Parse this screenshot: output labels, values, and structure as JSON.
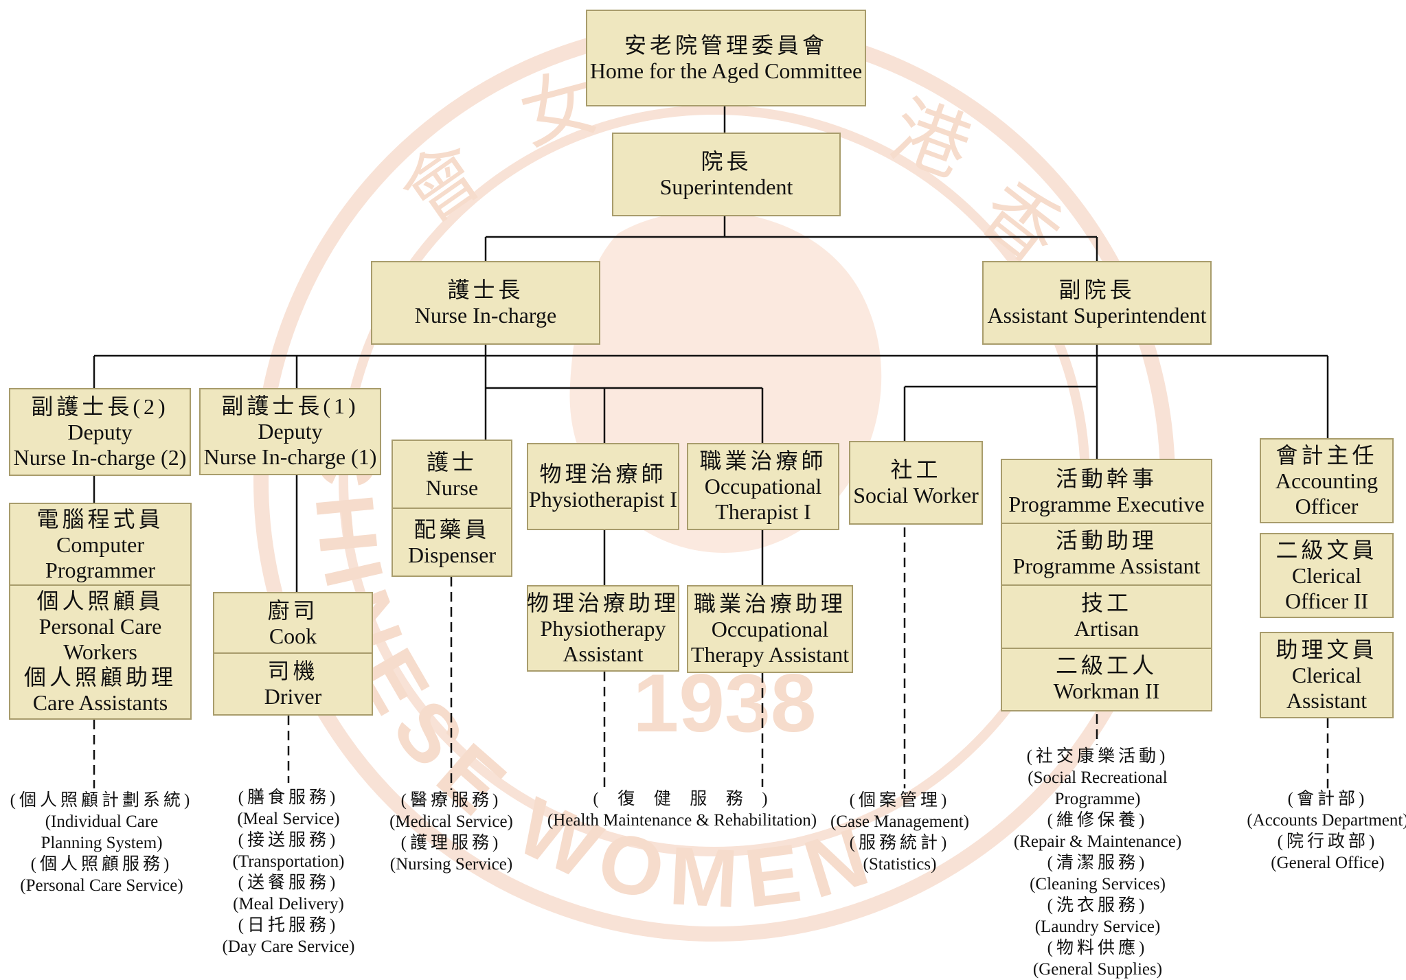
{
  "watermark": {
    "year": "1938",
    "ring_chars": [
      "會",
      "女",
      "港",
      "香"
    ],
    "ring_letters": "CHINESE WOMEN"
  },
  "boxes": {
    "committee": {
      "zh": "安老院管理委員會",
      "en": "Home for the Aged Committee"
    },
    "superintendent": {
      "zh": "院長",
      "en": "Superintendent"
    },
    "nurse_incharge": {
      "zh": "護士長",
      "en": "Nurse In-charge"
    },
    "asst_super": {
      "zh": "副院長",
      "en": "Assistant Superintendent"
    },
    "deputy2": {
      "zh": "副護士長(2)",
      "en1": "Deputy",
      "en2": "Nurse In-charge (2)"
    },
    "deputy1": {
      "zh": "副護士長(1)",
      "en1": "Deputy",
      "en2": "Nurse In-charge (1)"
    },
    "nurse": {
      "zh": "護士",
      "en": "Nurse"
    },
    "dispenser": {
      "zh": "配藥員",
      "en": "Dispenser"
    },
    "physio": {
      "zh": "物理治療師",
      "en": "Physiotherapist I"
    },
    "ot": {
      "zh": "職業治療師",
      "en1": "Occupational",
      "en2": "Therapist I"
    },
    "social": {
      "zh": "社工",
      "en": "Social Worker"
    },
    "prog_exec": {
      "zh": "活動幹事",
      "en": "Programme Executive"
    },
    "prog_asst": {
      "zh": "活動助理",
      "en": "Programme Assistant"
    },
    "artisan": {
      "zh": "技工",
      "en": "Artisan"
    },
    "workman": {
      "zh": "二級工人",
      "en": "Workman II"
    },
    "acct_officer": {
      "zh": "會計主任",
      "en1": "Accounting",
      "en2": "Officer"
    },
    "clerical2": {
      "zh": "二級文員",
      "en1": "Clerical",
      "en2": "Officer II"
    },
    "clerical_asst": {
      "zh": "助理文員",
      "en1": "Clerical",
      "en2": "Assistant"
    },
    "computer": {
      "zh": "電腦程式員",
      "en1": "Computer",
      "en2": "Programmer"
    },
    "pcw": {
      "zh1": "個人照顧員",
      "en1": "Personal Care",
      "en2": "Workers",
      "zh2": "個人照顧助理",
      "en3": "Care Assistants"
    },
    "cook": {
      "zh": "廚司",
      "en": "Cook"
    },
    "driver": {
      "zh": "司機",
      "en": "Driver"
    },
    "physio_asst": {
      "zh": "物理治療助理",
      "en1": "Physiotherapy",
      "en2": "Assistant"
    },
    "ot_asst": {
      "zh": "職業治療助理",
      "en1": "Occupational",
      "en2": "Therapy Assistant"
    }
  },
  "notes": {
    "care": [
      "(個人照顧計劃系統)",
      "(Individual Care",
      "Planning System)",
      "(個人照顧服務)",
      "(Personal Care Service)"
    ],
    "meal": [
      "(膳食服務)",
      "(Meal Service)",
      "(接送服務)",
      "(Transportation)",
      "(送餐服務)",
      "(Meal Delivery)",
      "(日托服務)",
      "(Day Care Service)"
    ],
    "medical": [
      "(醫療服務)",
      "(Medical Service)",
      "(護理服務)",
      "(Nursing Service)"
    ],
    "rehab": [
      "(  復  健  服  務  )",
      "(Health Maintenance & Rehabilitation)"
    ],
    "case": [
      "(個案管理)",
      "(Case Management)",
      "(服務統計)",
      "(Statistics)"
    ],
    "social": [
      "(社交康樂活動)",
      "(Social Recreational",
      "Programme)",
      "(維修保養)",
      "(Repair & Maintenance)",
      "(清潔服務)",
      "(Cleaning Services)",
      "(洗衣服務)",
      "(Laundry Service)",
      "(物料供應)",
      "(General Supplies)"
    ],
    "accounts": [
      "(會計部)",
      "(Accounts Department)",
      "(院行政部)",
      "(General Office)"
    ]
  }
}
